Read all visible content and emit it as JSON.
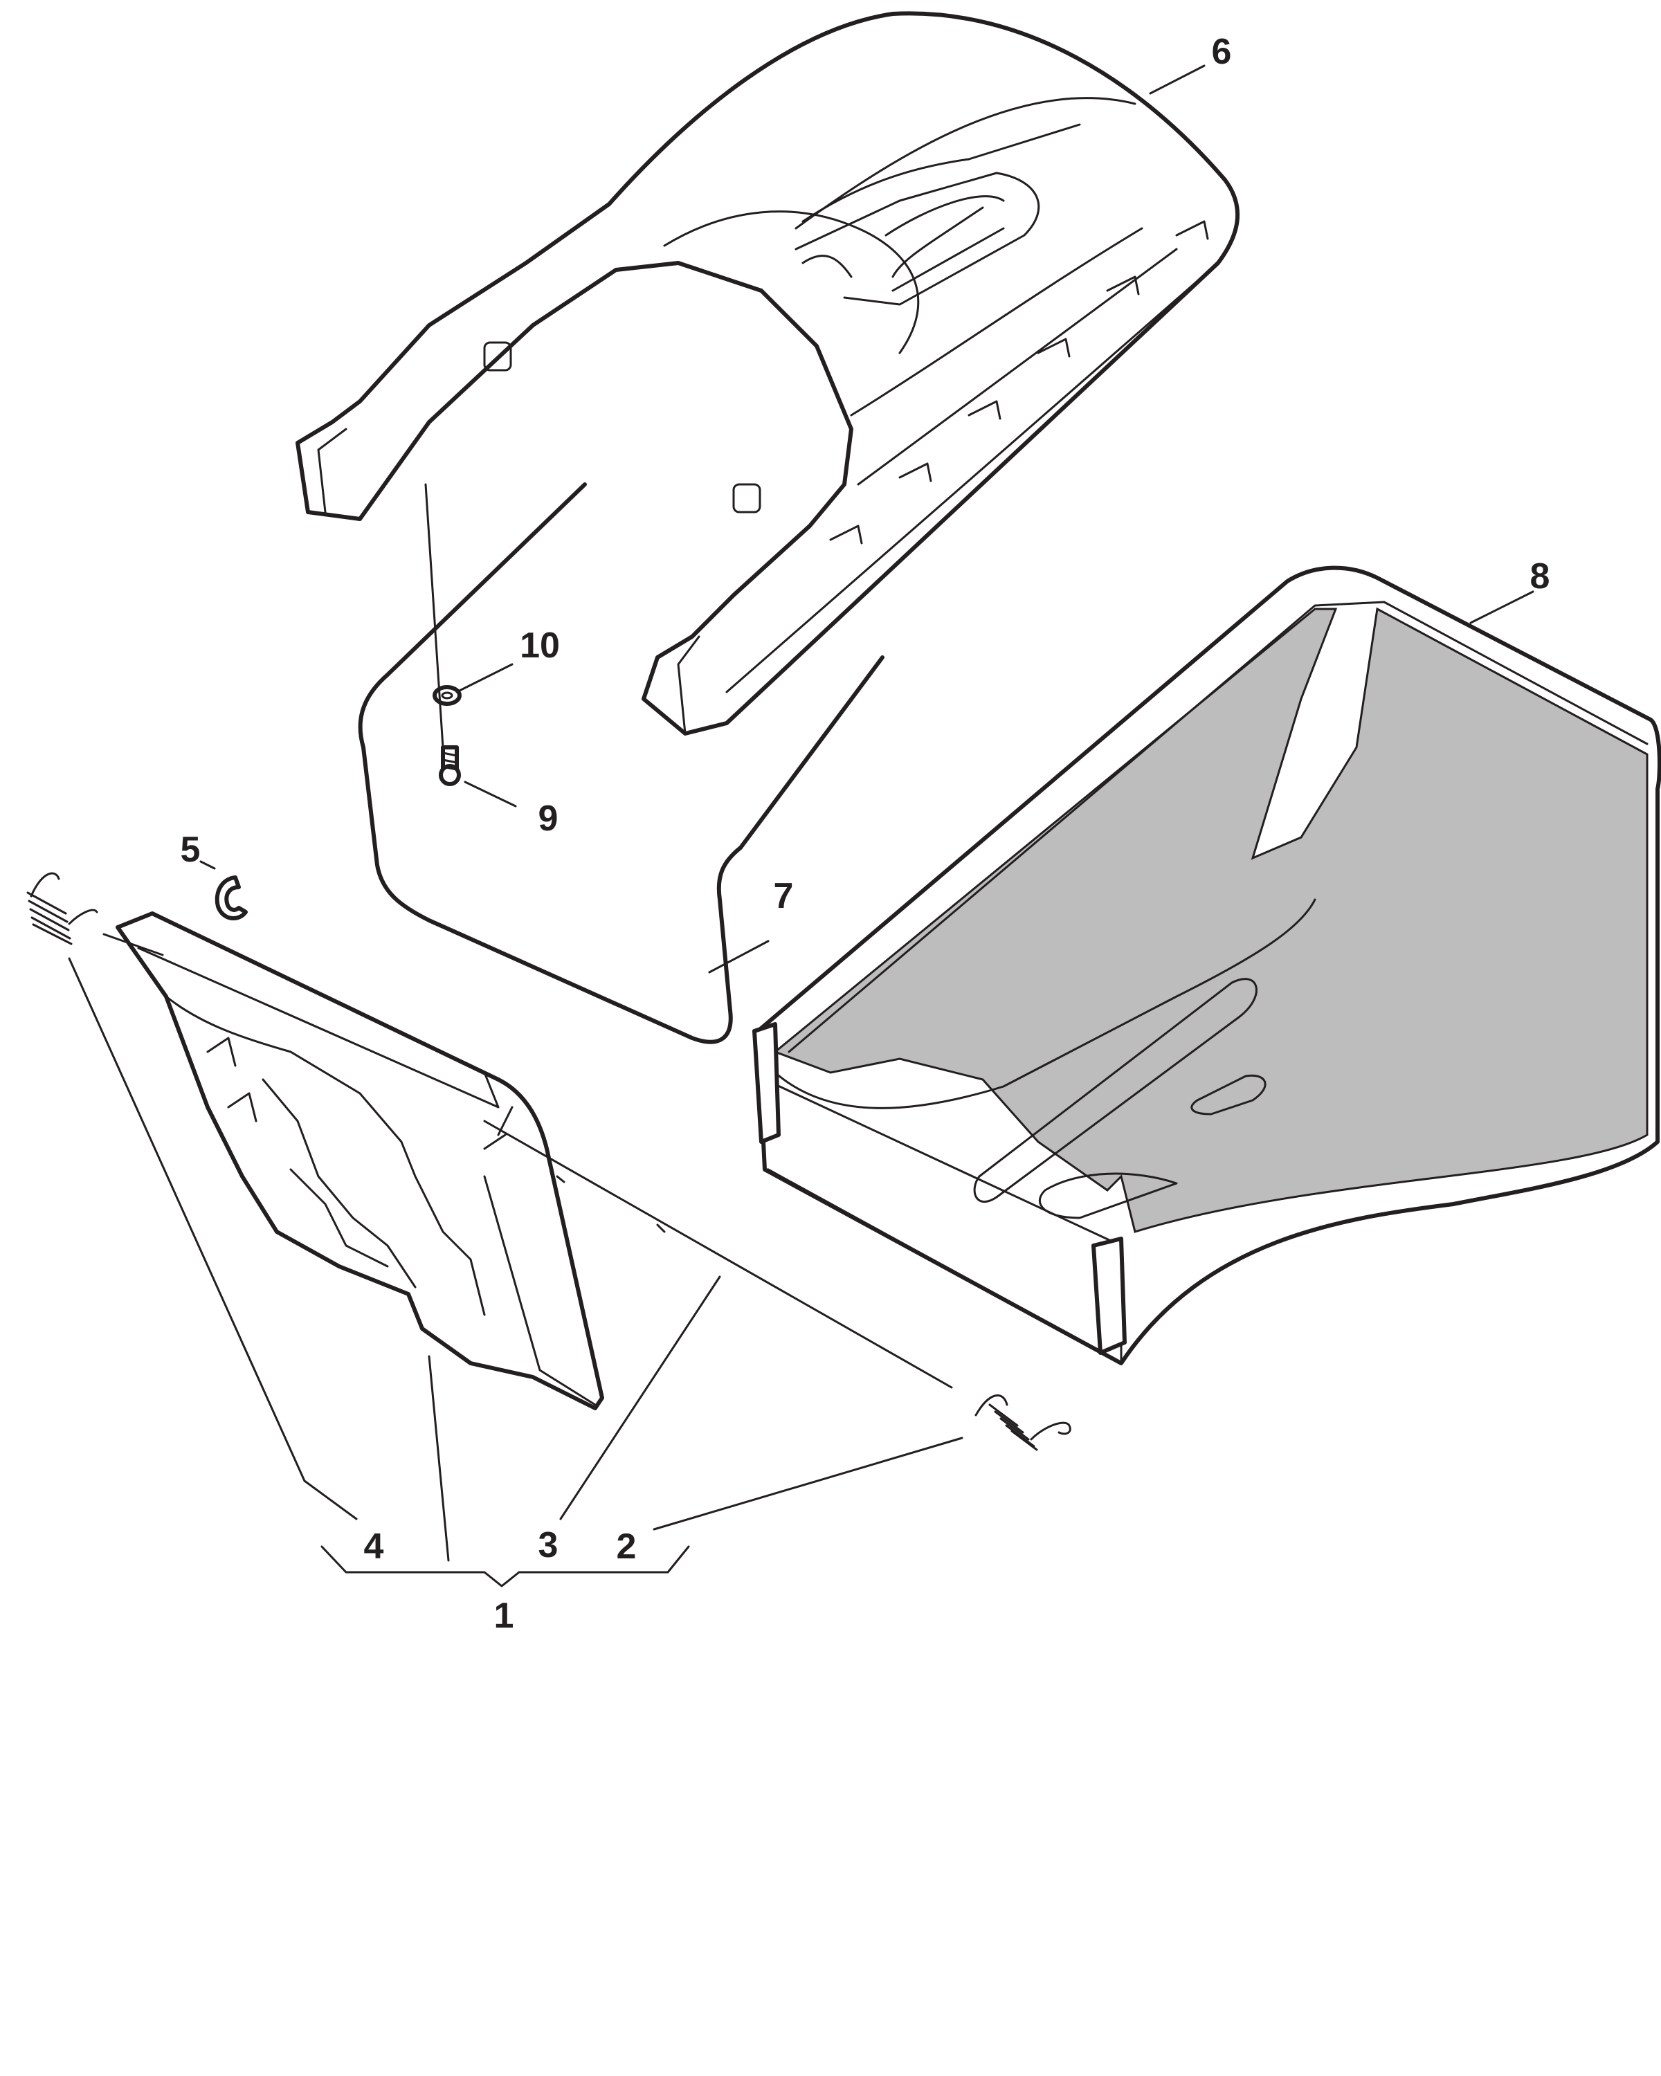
{
  "diagram": {
    "colors": {
      "line": "#231f20",
      "shade": "#bdbdbd",
      "background": "#ffffff"
    },
    "callouts": [
      {
        "id": "label-1",
        "text": "1"
      },
      {
        "id": "label-2",
        "text": "2"
      },
      {
        "id": "label-3",
        "text": "3"
      },
      {
        "id": "label-4",
        "text": "4"
      },
      {
        "id": "label-5",
        "text": "5"
      },
      {
        "id": "label-6",
        "text": "6"
      },
      {
        "id": "label-7",
        "text": "7"
      },
      {
        "id": "label-8",
        "text": "8"
      },
      {
        "id": "label-9",
        "text": "9"
      },
      {
        "id": "label-10",
        "text": "10"
      }
    ]
  }
}
